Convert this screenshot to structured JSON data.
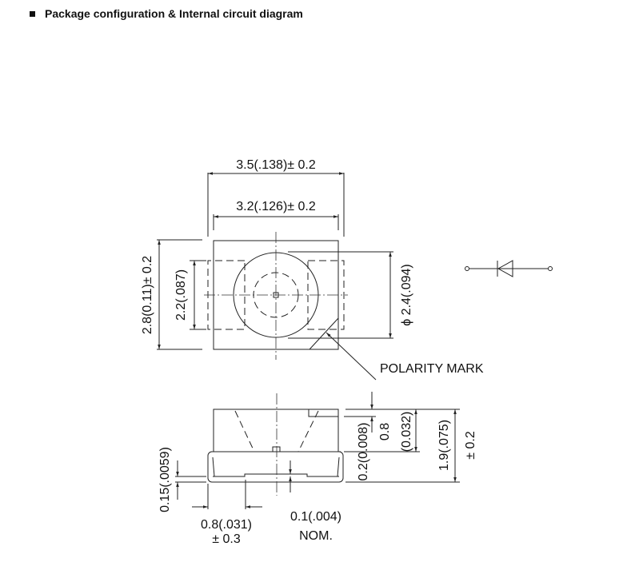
{
  "header": {
    "title": "Package configuration & Internal circuit diagram"
  },
  "top_view": {
    "width_outer": "3.5(.138)± 0.2",
    "width_inner": "3.2(.126)± 0.2",
    "height_outer": "2.8(0.11)± 0.2",
    "height_pad": "2.2(.087)",
    "lens_diameter": "ϕ 2.4(.094)",
    "polarity_label": "POLARITY MARK"
  },
  "side_view": {
    "top_offset": "0.2(0.008)",
    "lens_height_a": "0.8",
    "lens_height_b": "(0.032)",
    "total_height": "1.9(.075)",
    "total_tol": "± 0.2",
    "terminal_thickness": "0.15(.0059)",
    "terminal_width": "0.8(.031)",
    "terminal_tol": "± 0.3",
    "gap": "0.1(.004)",
    "gap_note": "NOM."
  },
  "circuit": {
    "symbol": "diode-icon"
  }
}
